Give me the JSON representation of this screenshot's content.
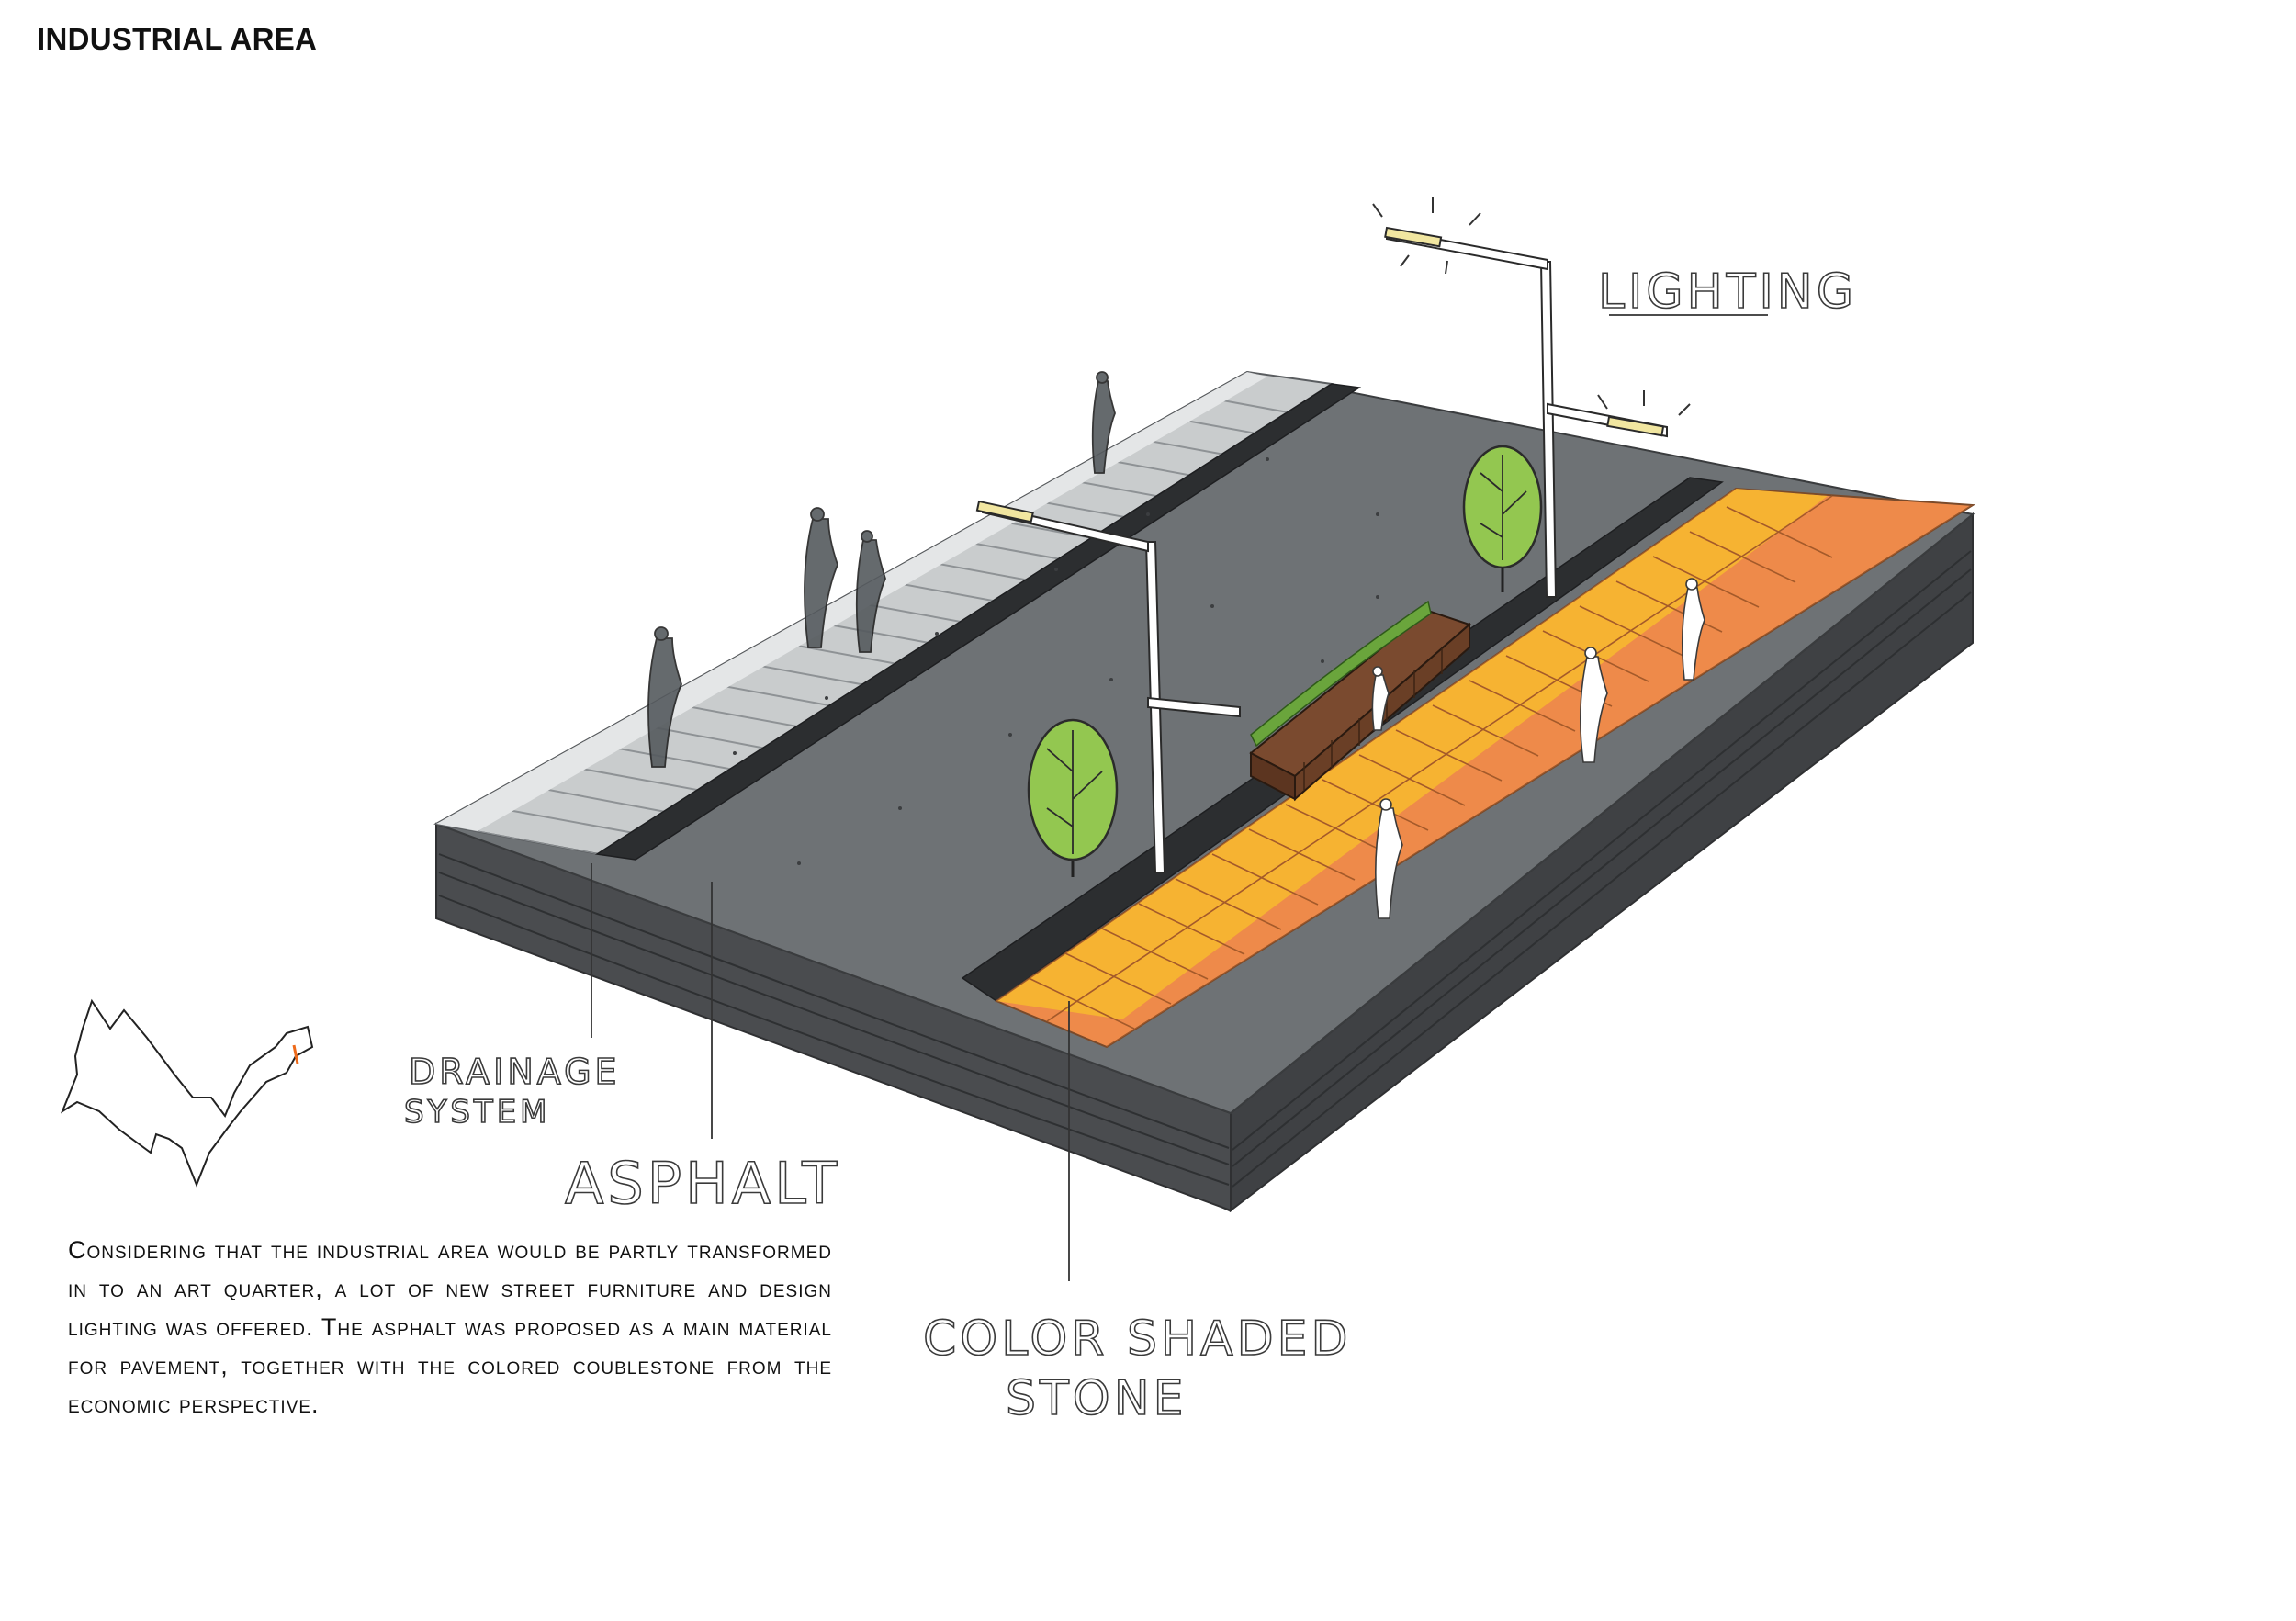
{
  "page": {
    "title": "INDUSTRIAL AREA",
    "description": "Considering that the industrial area would be partly transformed in to an art quarter, a lot of new street furniture and design lighting was offered. The asphalt was proposed as a main material for pavement, together with the colored coublestone from the economic perspective."
  },
  "labels": {
    "lighting": "LIGHTING",
    "drainage_line1": "DRAINAGE",
    "drainage_line2": "SYSTEM",
    "asphalt": "ASPHALT",
    "stone_line1": "COLOR SHADED",
    "stone_line2": "STONE"
  },
  "colors": {
    "asphalt": "#6e7275",
    "block_side": "#4a4c4f",
    "drainage": "#2c2e30",
    "concrete_pavers": "#c9cccd",
    "stone_yellow": "#f6b332",
    "stone_orange": "#ee8a4a",
    "tree": "#93c750",
    "bench": "#7a4a2f",
    "planter": "#6aa53c"
  }
}
